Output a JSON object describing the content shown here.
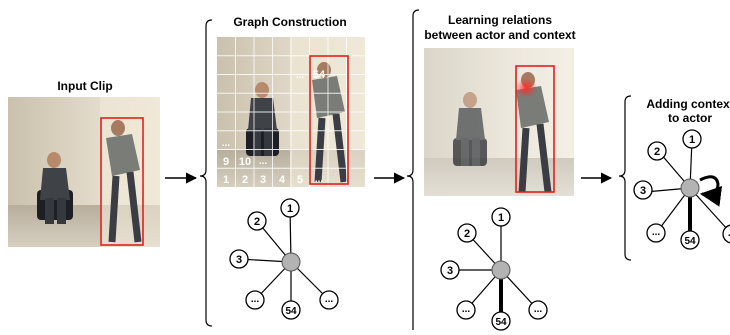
{
  "titles": {
    "input_clip": "Input Clip",
    "graph_construction": "Graph Construction",
    "learning_relations_line1": "Learning relations",
    "learning_relations_line2": "between actor and context",
    "adding_context_line1": "Adding context",
    "adding_context_line2": "to actor"
  },
  "grid_cell_labels": {
    "top_dots": "...",
    "top_54": "54",
    "mid_dots": "...",
    "row_9": "9",
    "row_10": "10",
    "row_dots": "...",
    "b1": "1",
    "b2": "2",
    "b3": "3",
    "b4": "4",
    "b5": "5",
    "b_dots": "..."
  },
  "graph_nodes": {
    "n1": "1",
    "n2": "2",
    "n3": "3",
    "dots": "...",
    "n54": "54"
  },
  "colors": {
    "actor_box": "#e0201c",
    "grid_line": "#ffffff",
    "center_node": "#b3b3b3",
    "attention_highlight": "#ff2a2a"
  }
}
